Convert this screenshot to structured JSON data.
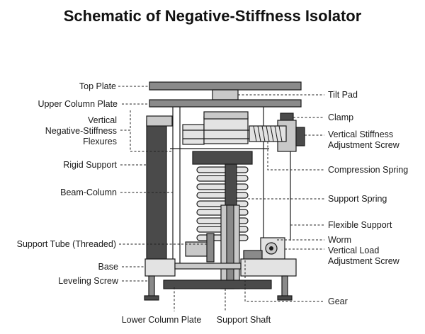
{
  "title": "Schematic of Negative-Stiffness Isolator",
  "labels": {
    "top_plate": "Top Plate",
    "upper_column_plate": "Upper Column Plate",
    "vertical_negative_stiffness_flexures_1": "Vertical",
    "vertical_negative_stiffness_flexures_2": "Negative-Stiffness",
    "vertical_negative_stiffness_flexures_3": "Flexures",
    "rigid_support": "Rigid Support",
    "beam_column": "Beam-Column",
    "support_tube": "Support Tube (Threaded)",
    "base": "Base",
    "leveling_screw": "Leveling Screw",
    "lower_column_plate": "Lower Column Plate",
    "support_shaft": "Support Shaft",
    "tilt_pad": "Tilt Pad",
    "clamp": "Clamp",
    "vertical_stiffness_adjustment_screw_1": "Vertical Stiffness",
    "vertical_stiffness_adjustment_screw_2": "Adjustment Screw",
    "compression_spring": "Compression Spring",
    "support_spring": "Support Spring",
    "flexible_support": "Flexible Support",
    "worm": "Worm",
    "vertical_load_adjustment_screw_1": "Vertical Load",
    "vertical_load_adjustment_screw_2": "Adjustment Screw",
    "gear": "Gear"
  },
  "colors": {
    "dark_gray": "#4a4a4a",
    "mid_gray": "#8a8a8a",
    "light_gray": "#c9c9c9",
    "pale_gray": "#e3e3e3",
    "black": "#1a1a1a"
  }
}
